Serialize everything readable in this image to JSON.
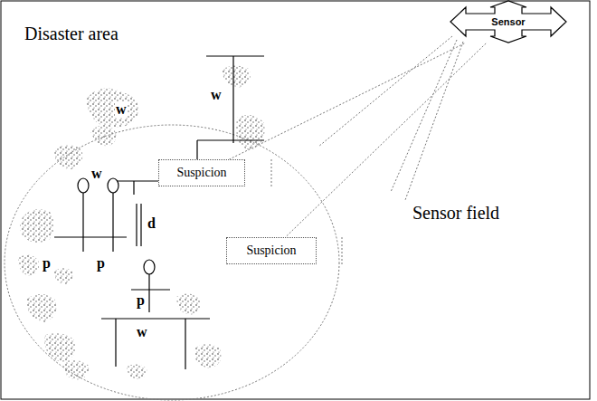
{
  "diagram": {
    "nodes": [
      {
        "text": [
          "Sensor"
        ]
      },
      {
        "text": [
          "Suspicion"
        ]
      },
      {
        "text": [
          "Suspicion"
        ]
      }
    ],
    "edges": [
      {
        "from": 0,
        "to": 1,
        "arrow": "none"
      },
      {
        "from": 0,
        "to": 2,
        "arrow": "none"
      }
    ],
    "labels": [
      "Disaster area",
      "w",
      "w",
      "w",
      "p",
      "p",
      "d",
      "p",
      "w",
      "Sensor field"
    ]
  }
}
